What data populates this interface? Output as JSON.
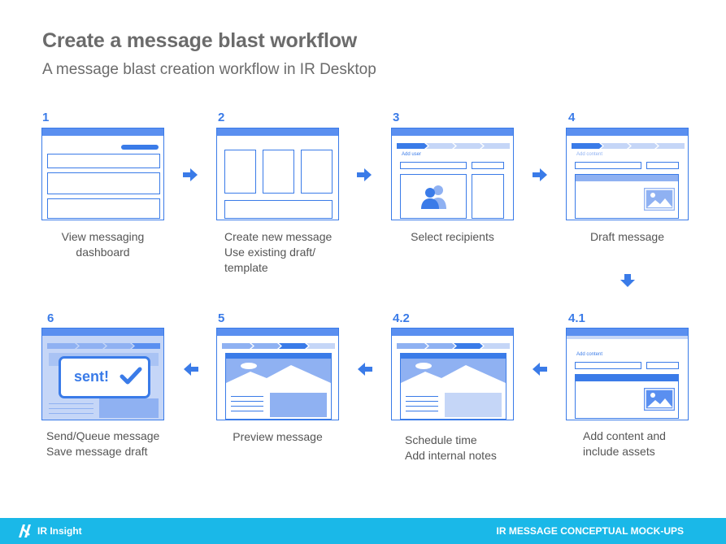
{
  "header": {
    "title": "Create a message blast workflow",
    "subtitle": "A message blast creation workflow in IR Desktop"
  },
  "steps": [
    {
      "num": "1",
      "label_lines": [
        "View messaging",
        "dashboard"
      ]
    },
    {
      "num": "2",
      "label_lines": [
        "Create new message",
        "Use existing draft/",
        "template"
      ]
    },
    {
      "num": "3",
      "label_lines": [
        "Select recipients"
      ],
      "mock_text": "Add user"
    },
    {
      "num": "4",
      "label_lines": [
        "Draft message"
      ],
      "mock_text": "Add content"
    },
    {
      "num": "4.1",
      "label_lines": [
        "Add content and",
        "include assets"
      ],
      "mock_text": "Add content"
    },
    {
      "num": "4.2",
      "label_lines": [
        "Schedule time",
        "Add internal notes"
      ]
    },
    {
      "num": "5",
      "label_lines": [
        "Preview message"
      ]
    },
    {
      "num": "6",
      "label_lines": [
        "Send/Queue message",
        "Save message draft"
      ],
      "mock_text": "sent!"
    }
  ],
  "footer": {
    "brand": "IR Insight",
    "right": "IR MESSAGE CONCEPTUAL MOCK-UPS"
  },
  "colors": {
    "accent": "#3a7be8",
    "footer": "#1ab8e8",
    "text": "#555555"
  }
}
